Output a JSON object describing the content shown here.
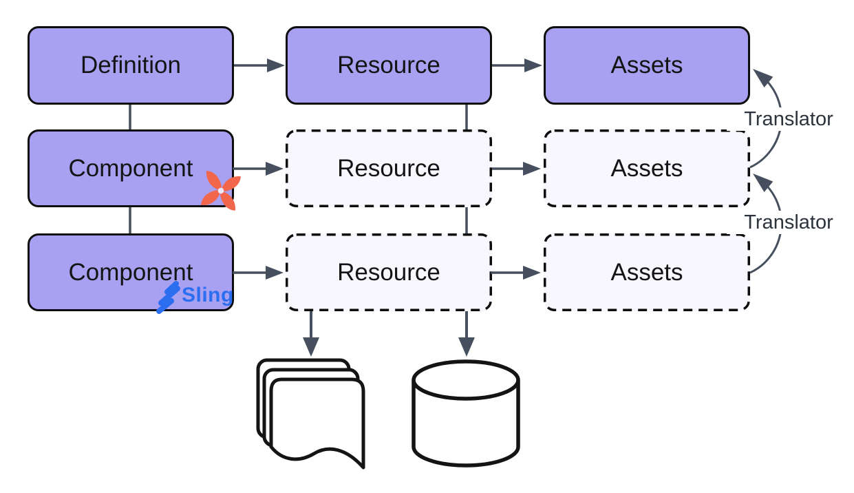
{
  "nodes": {
    "definition": "Definition",
    "resource_top": "Resource",
    "assets_top": "Assets",
    "component_mid": "Component",
    "resource_mid": "Resource",
    "assets_mid": "Assets",
    "component_bottom": "Component",
    "resource_bottom": "Resource",
    "assets_bottom": "Assets"
  },
  "annotations": {
    "translator_top": "Translator",
    "translator_bottom": "Translator"
  },
  "logos": {
    "sling": "Sling"
  },
  "icons": {
    "component_mid_badge": "shuriken-icon",
    "component_bottom_badge": "sling-logo-icon",
    "resource_output_left": "document-stack-icon",
    "resource_output_right": "database-icon"
  },
  "colors": {
    "background": "#ffffff",
    "solid_node_fill": "#a8a0f1",
    "dashed_node_fill": "#f7f7fd",
    "node_border": "#0d0d0d",
    "connector": "#454f5d",
    "label_text": "#141414",
    "translator_text": "#2d333c",
    "shuriken_orange": "#f2674c",
    "sling_blue": "#2b6ef0",
    "storage_icon_stroke": "#141414"
  }
}
